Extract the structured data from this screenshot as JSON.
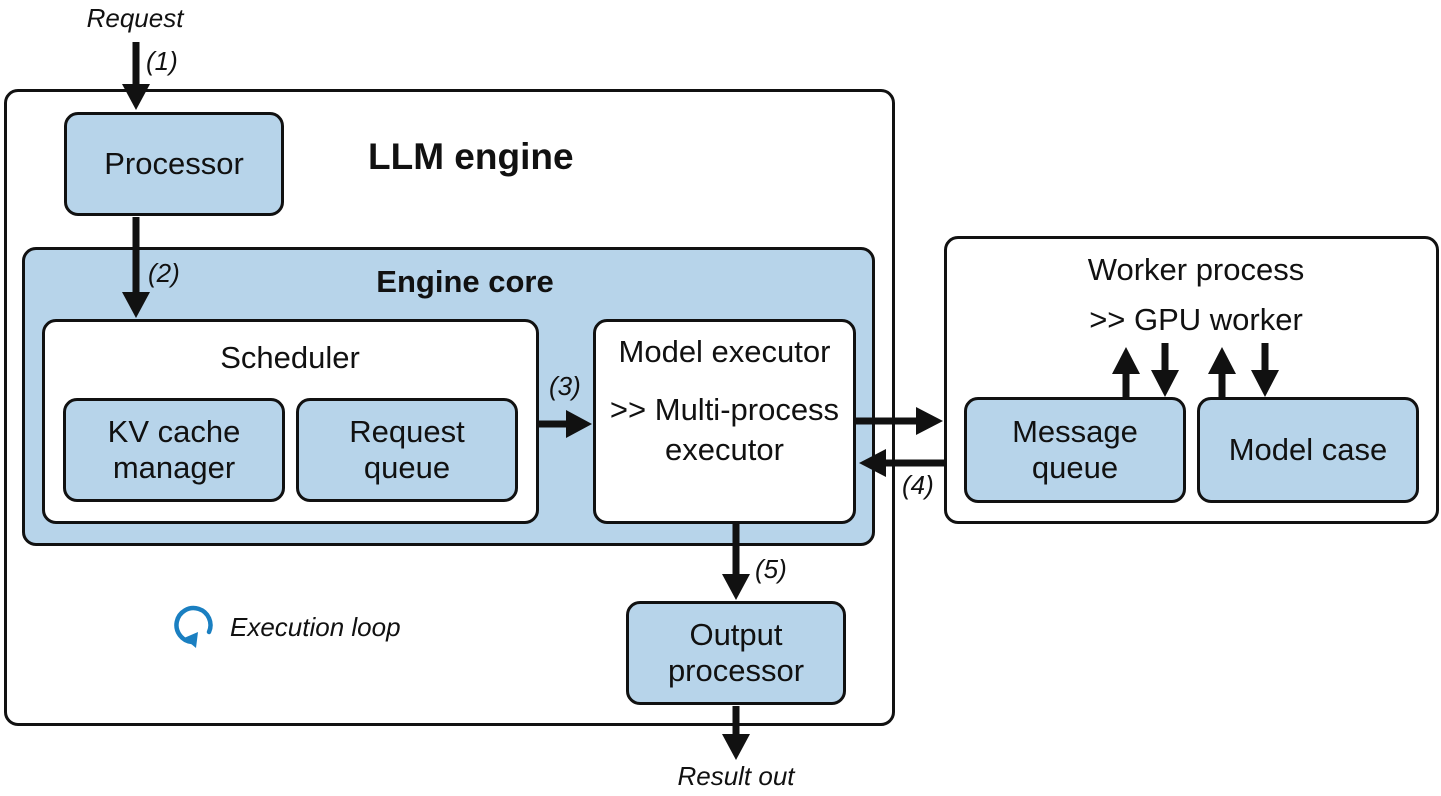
{
  "request_label": "Request",
  "result_label": "Result out",
  "steps": {
    "s1": "(1)",
    "s2": "(2)",
    "s3": "(3)",
    "s4": "(4)",
    "s5": "(5)"
  },
  "llm_engine": {
    "title": "LLM engine",
    "processor": "Processor",
    "output_processor": "Output\nprocessor",
    "execution_loop": "Execution loop",
    "engine_core": {
      "title": "Engine core",
      "scheduler": {
        "title": "Scheduler",
        "kv_cache_manager": "KV cache\nmanager",
        "request_queue": "Request\nqueue"
      },
      "model_executor": {
        "title": "Model executor",
        "subtitle": ">> Multi-process\nexecutor"
      }
    }
  },
  "worker_process": {
    "title": "Worker process",
    "subtitle": ">> GPU worker",
    "message_queue": "Message\nqueue",
    "model_case": "Model case"
  },
  "colors": {
    "box_fill": "#b7d4ea",
    "outline": "#111111",
    "loop_icon": "#1a7fc1"
  },
  "icons": {
    "execution_loop": "loop-arrow-icon"
  }
}
